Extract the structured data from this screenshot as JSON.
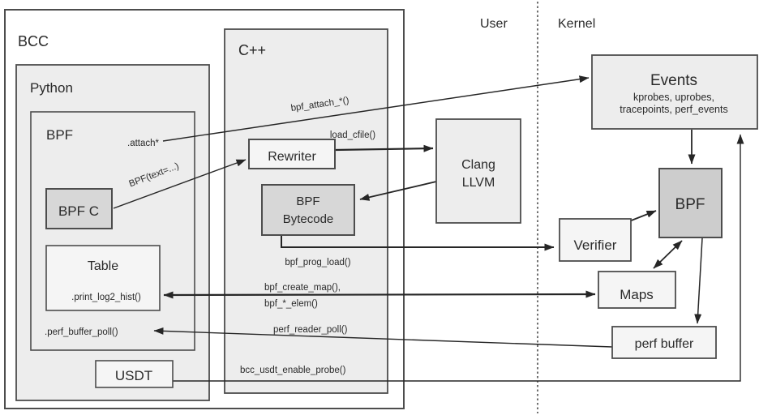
{
  "diagram": {
    "user_space_label": "User",
    "kernel_space_label": "Kernel",
    "containers": {
      "bcc_label": "BCC",
      "python_label": "Python",
      "cpp_label": "C++",
      "python_bpf_label": "BPF"
    },
    "nodes": {
      "bpf_c": "BPF C",
      "table_title": "Table",
      "table_method": ".print_log2_hist()",
      "perf_buffer_poll_method": ".perf_buffer_poll()",
      "usdt": "USDT",
      "rewriter": "Rewriter",
      "bpf_bytecode_line1": "BPF",
      "bpf_bytecode_line2": "Bytecode",
      "clang_line1": "Clang",
      "clang_line2": "LLVM",
      "events_title": "Events",
      "events_subtitle_line1": "kprobes, uprobes,",
      "events_subtitle_line2": "tracepoints, perf_events",
      "kernel_bpf": "BPF",
      "verifier": "Verifier",
      "maps": "Maps",
      "perf_buffer": "perf buffer"
    },
    "edge_labels": {
      "attach": ".attach*",
      "bpf_text": "BPF(text=...)",
      "bpf_attach": "bpf_attach_*()",
      "load_cfile": "load_cfile()",
      "bpf_prog_load": "bpf_prog_load()",
      "bpf_create_map": "bpf_create_map(),",
      "bpf_elem": "bpf_*_elem()",
      "perf_reader_poll": "perf_reader_poll()",
      "bcc_usdt_enable_probe": "bcc_usdt_enable_probe()"
    },
    "colors": {
      "background": "#ffffff",
      "panel_fill": "#ededed",
      "light_box_fill": "#f5f5f5",
      "dark_box_fill": "#d7d7d7",
      "kernel_bpf_fill": "#cdcdcd",
      "border": "#4d4d4d",
      "arrow": "#262626",
      "text": "#2a2a2a"
    }
  }
}
